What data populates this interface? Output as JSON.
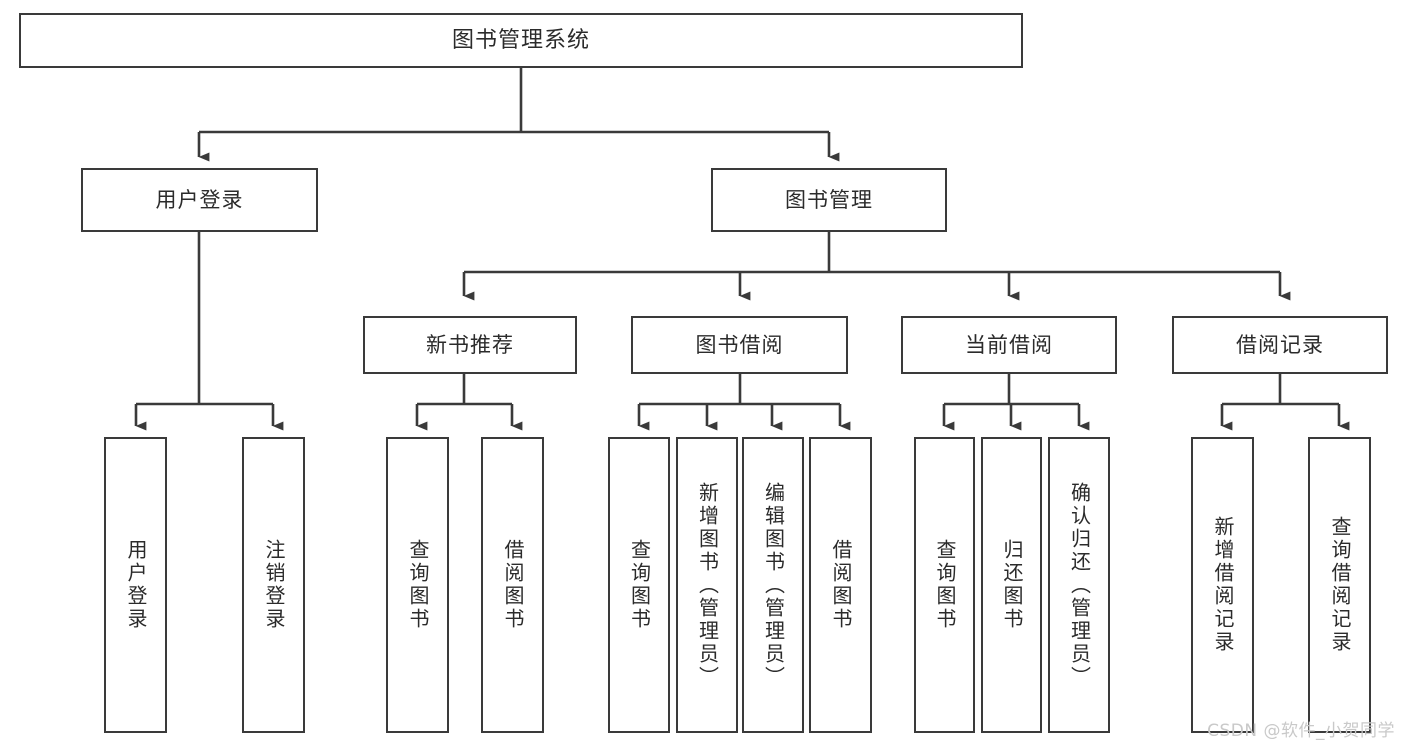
{
  "diagram": {
    "type": "tree-hierarchy",
    "title": "图书管理系统",
    "watermark": "CSDN @软件_小贺同学",
    "colors": {
      "box_border": "#3a3a3a",
      "box_fill": "#ffffff",
      "connector": "#3a3a3a",
      "text": "#2b2b2b",
      "watermark": "#c9c9c9"
    },
    "nodes": {
      "root": {
        "label": "图书管理系统"
      },
      "level2": [
        {
          "label": "用户登录"
        },
        {
          "label": "图书管理"
        }
      ],
      "level3": [
        {
          "label": "新书推荐"
        },
        {
          "label": "图书借阅"
        },
        {
          "label": "当前借阅"
        },
        {
          "label": "借阅记录"
        }
      ],
      "leaves": {
        "user_login": [
          {
            "label": "用户登录"
          },
          {
            "label": "注销登录"
          }
        ],
        "new_book_recommend": [
          {
            "label": "查询图书"
          },
          {
            "label": "借阅图书"
          }
        ],
        "book_borrow": [
          {
            "label": "查询图书"
          },
          {
            "label": "新增图书（管理员）"
          },
          {
            "label": "编辑图书（管理员）"
          },
          {
            "label": "借阅图书"
          }
        ],
        "current_borrow": [
          {
            "label": "查询图书"
          },
          {
            "label": "归还图书"
          },
          {
            "label": "确认归还（管理员）"
          }
        ],
        "borrow_record": [
          {
            "label": "新增借阅记录"
          },
          {
            "label": "查询借阅记录"
          }
        ]
      }
    }
  }
}
